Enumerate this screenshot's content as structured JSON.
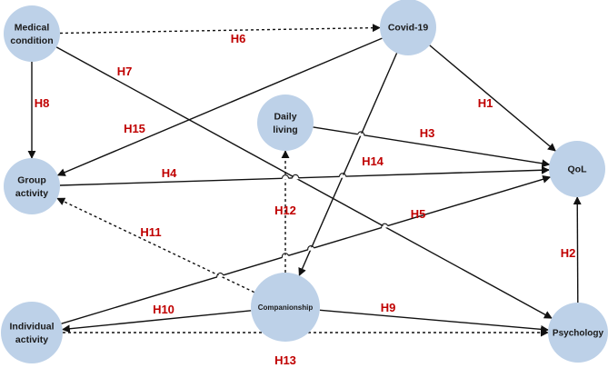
{
  "nodes": {
    "medical": [
      "Medical",
      "condition"
    ],
    "covid": [
      "Covid-19"
    ],
    "daily": [
      "Daily",
      "living"
    ],
    "group": [
      "Group",
      "activity"
    ],
    "qol": [
      "QoL"
    ],
    "companion": [
      "Companionship"
    ],
    "individual": [
      "Individual",
      "activity"
    ],
    "psychology": [
      "Psychology"
    ]
  },
  "edges": [
    {
      "label": "H1",
      "from": "covid",
      "to": "qol",
      "style": "solid"
    },
    {
      "label": "H2",
      "from": "psychology",
      "to": "qol",
      "style": "solid"
    },
    {
      "label": "H3",
      "from": "daily",
      "to": "qol",
      "style": "solid"
    },
    {
      "label": "H4",
      "from": "group",
      "to": "qol",
      "style": "solid"
    },
    {
      "label": "H5",
      "from": "individual",
      "to": "qol",
      "style": "solid"
    },
    {
      "label": "H6",
      "from": "medical",
      "to": "covid",
      "style": "dashed"
    },
    {
      "label": "H7",
      "from": "medical",
      "to": "psychology",
      "style": "solid"
    },
    {
      "label": "H8",
      "from": "medical",
      "to": "group",
      "style": "solid"
    },
    {
      "label": "H9",
      "from": "companion",
      "to": "psychology",
      "style": "solid"
    },
    {
      "label": "H10",
      "from": "companion",
      "to": "individual",
      "style": "solid"
    },
    {
      "label": "H11",
      "from": "companion",
      "to": "group",
      "style": "dashed"
    },
    {
      "label": "H12",
      "from": "companion",
      "to": "daily",
      "style": "dashed"
    },
    {
      "label": "H13",
      "from": "individual",
      "to": "psychology",
      "style": "dashed"
    },
    {
      "label": "H14",
      "from": "covid",
      "to": "companion",
      "style": "solid"
    },
    {
      "label": "H15",
      "from": "covid",
      "to": "group",
      "style": "solid"
    }
  ],
  "colors": {
    "node_fill": "#bdd1e8",
    "edge": "#111111",
    "hypothesis_label": "#c00000"
  }
}
